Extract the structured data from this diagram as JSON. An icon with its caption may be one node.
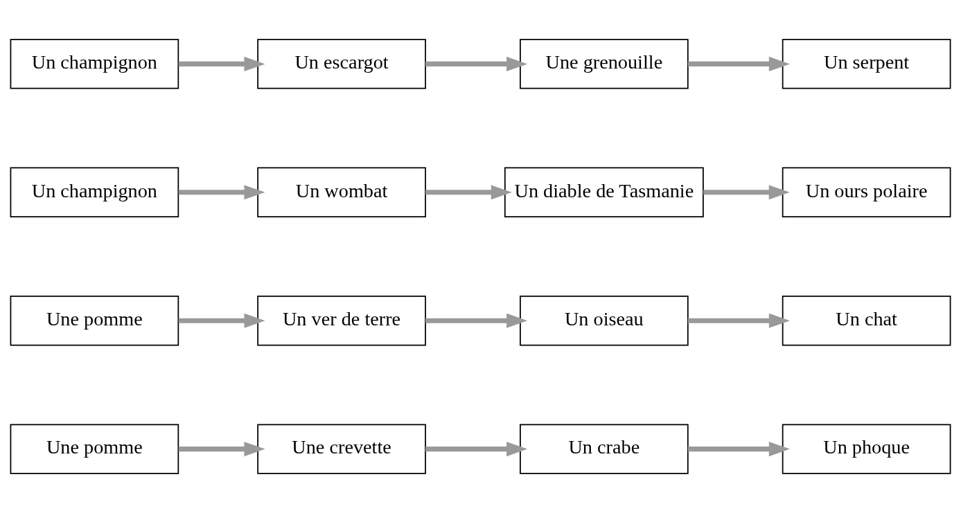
{
  "diagram": {
    "nodes": [
      {
        "text": [
          "Une pomme"
        ]
      },
      {
        "text": [
          "Une crevette"
        ]
      },
      {
        "text": [
          "Un crabe"
        ]
      },
      {
        "text": [
          "Un phoque"
        ]
      },
      {
        "text": [
          "Une pomme"
        ]
      },
      {
        "text": [
          "Un ver de terre"
        ]
      },
      {
        "text": [
          "Un oiseau"
        ]
      },
      {
        "text": [
          "Un chat"
        ]
      },
      {
        "text": [
          "Un champignon"
        ]
      },
      {
        "text": [
          "Un wombat"
        ]
      },
      {
        "text": [
          "Un diable de Tasmanie"
        ]
      },
      {
        "text": [
          "Un ours polaire"
        ]
      },
      {
        "text": [
          "Un champignon"
        ]
      },
      {
        "text": [
          "Un escargot"
        ]
      },
      {
        "text": [
          "Une grenouille"
        ]
      },
      {
        "text": [
          "Un serpent"
        ]
      }
    ],
    "edges": [
      {
        "from": 0,
        "to": 1,
        "arrow": "to"
      },
      {
        "from": 1,
        "to": 2,
        "arrow": "to"
      },
      {
        "from": 2,
        "to": 3,
        "arrow": "to"
      },
      {
        "from": 4,
        "to": 5,
        "arrow": "to"
      },
      {
        "from": 5,
        "to": 6,
        "arrow": "to"
      },
      {
        "from": 6,
        "to": 7,
        "arrow": "to"
      },
      {
        "from": 8,
        "to": 9,
        "arrow": "to"
      },
      {
        "from": 9,
        "to": 10,
        "arrow": "to"
      },
      {
        "from": 10,
        "to": 11,
        "arrow": "to"
      },
      {
        "from": 12,
        "to": 13,
        "arrow": "to"
      },
      {
        "from": 13,
        "to": 14,
        "arrow": "to"
      },
      {
        "from": 14,
        "to": 15,
        "arrow": "to"
      }
    ]
  }
}
